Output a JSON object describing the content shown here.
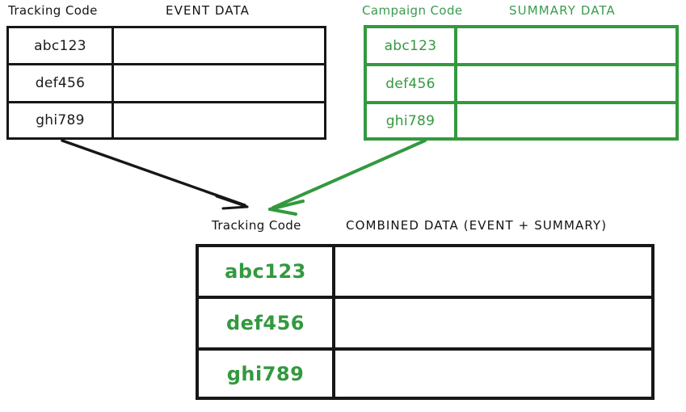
{
  "diagram": {
    "title": "",
    "colors": {
      "black": "#171717",
      "green": "#33993f",
      "background": "#ffffff"
    }
  },
  "event_table": {
    "key_header": "Tracking Code",
    "data_header": "EVENT DATA",
    "rows": [
      {
        "key": "abc123",
        "data": ""
      },
      {
        "key": "def456",
        "data": ""
      },
      {
        "key": "ghi789",
        "data": ""
      }
    ]
  },
  "summary_table": {
    "key_header": "Campaign Code",
    "data_header": "SUMMARY DATA",
    "rows": [
      {
        "key": "abc123",
        "data": ""
      },
      {
        "key": "def456",
        "data": ""
      },
      {
        "key": "ghi789",
        "data": ""
      }
    ]
  },
  "combined_table": {
    "key_header": "Tracking Code",
    "data_header": "COMBINED DATA (EVENT + SUMMARY)",
    "rows": [
      {
        "key": "abc123",
        "data": ""
      },
      {
        "key": "def456",
        "data": ""
      },
      {
        "key": "ghi789",
        "data": ""
      }
    ]
  },
  "arrows": [
    {
      "name": "event-to-combined-arrow",
      "color": "#171717",
      "from": "event_table",
      "to": "combined_table"
    },
    {
      "name": "summary-to-combined-arrow",
      "color": "#33993f",
      "from": "summary_table",
      "to": "combined_table"
    }
  ]
}
